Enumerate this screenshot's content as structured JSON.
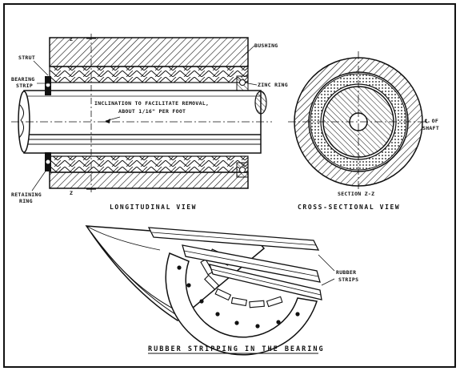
{
  "labels": {
    "strut": "STRUT",
    "bearing_strip_1": "BEARING",
    "bearing_strip_2": "STRIP",
    "retaining_ring_1": "RETAINING",
    "retaining_ring_2": "RING",
    "bushing": "BUSHING",
    "zinc_ring": "ZINC RING",
    "inclination_1": "INCLINATION TO FACILITATE REMOVAL,",
    "inclination_2": "ABOUT 1/16\" PER FOOT",
    "section_mark_top": "Z",
    "section_mark_bottom": "Z",
    "centerline_1": "℄ OF",
    "centerline_2": "SHAFT",
    "section_label": "SECTION Z-Z",
    "rubber_strips_1": "RUBBER",
    "rubber_strips_2": "STRIPS"
  },
  "captions": {
    "longitudinal": "LONGITUDINAL VIEW",
    "cross_sectional": "CROSS-SECTIONAL VIEW",
    "bottom": "RUBBER STRIPPING IN THE BEARING"
  },
  "colors": {
    "ink": "#111111",
    "paper": "#ffffff"
  }
}
